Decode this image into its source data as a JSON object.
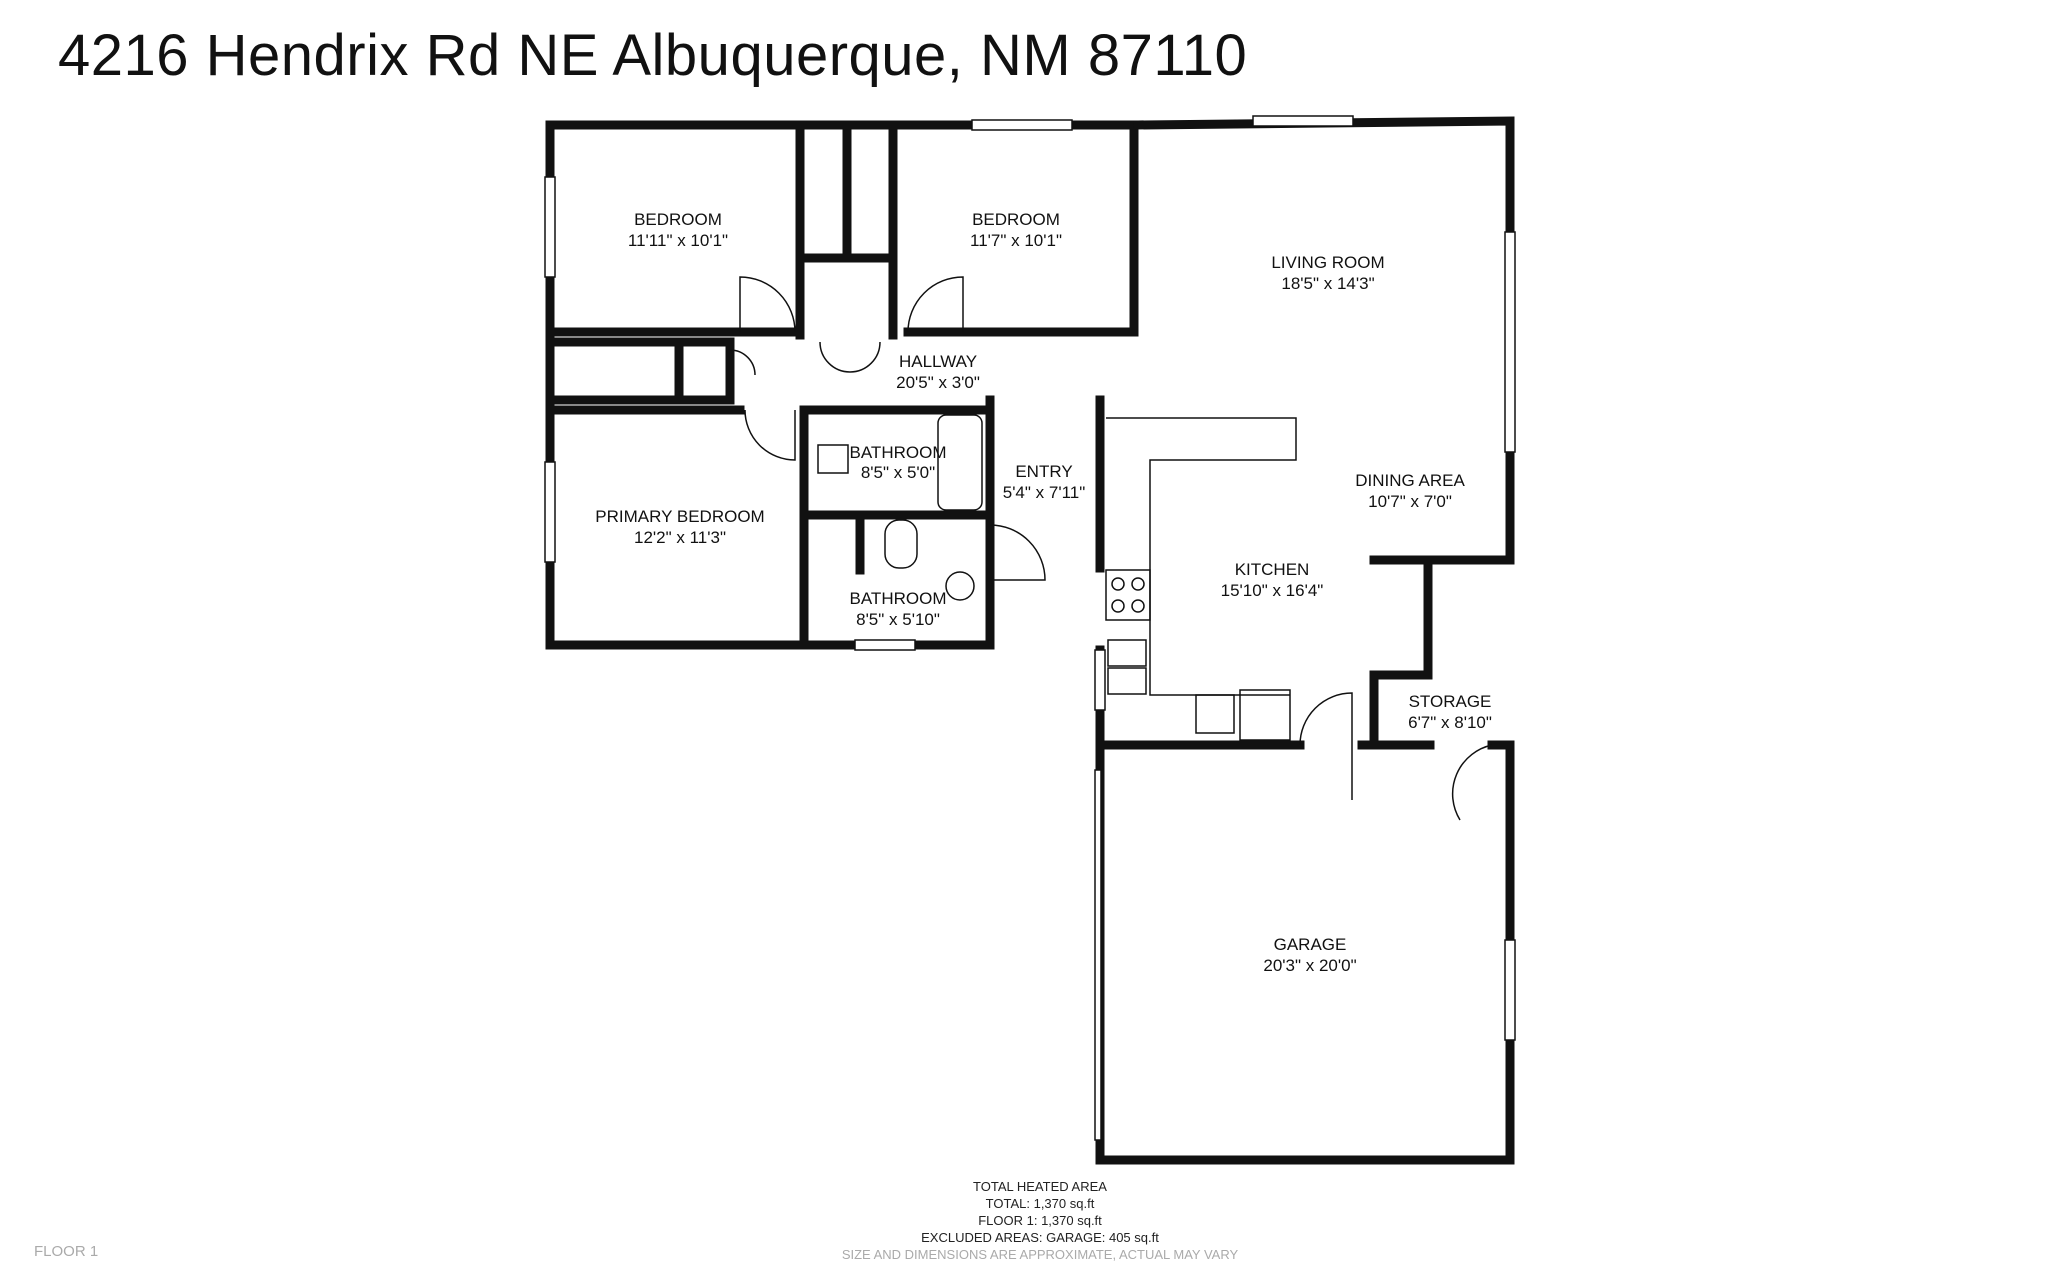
{
  "title": "4216 Hendrix Rd NE Albuquerque, NM 87110",
  "rooms": [
    {
      "name": "BEDROOM",
      "dims": "11'11\" x 10'1\""
    },
    {
      "name": "BEDROOM",
      "dims": "11'7\" x 10'1\""
    },
    {
      "name": "LIVING ROOM",
      "dims": "18'5\" x 14'3\""
    },
    {
      "name": "HALLWAY",
      "dims": "20'5\" x 3'0\""
    },
    {
      "name": "BATHROOM",
      "dims": "8'5\" x 5'0\""
    },
    {
      "name": "ENTRY",
      "dims": "5'4\" x 7'11\""
    },
    {
      "name": "PRIMARY BEDROOM",
      "dims": "12'2\" x 11'3\""
    },
    {
      "name": "DINING AREA",
      "dims": "10'7\" x 7'0\""
    },
    {
      "name": "KITCHEN",
      "dims": "15'10\" x 16'4\""
    },
    {
      "name": "BATHROOM",
      "dims": "8'5\" x 5'10\""
    },
    {
      "name": "STORAGE",
      "dims": "6'7\" x 8'10\""
    },
    {
      "name": "GARAGE",
      "dims": "20'3\" x 20'0\""
    }
  ],
  "summary": {
    "heading": "TOTAL HEATED AREA",
    "total": "TOTAL: 1,370 sq.ft",
    "floor1": "FLOOR 1: 1,370 sq.ft",
    "excluded": "EXCLUDED AREAS: GARAGE: 405 sq.ft",
    "disclaimer": "SIZE AND DIMENSIONS ARE APPROXIMATE, ACTUAL MAY VARY"
  },
  "floor_label": "FLOOR 1",
  "colors": {
    "wall": "#111111",
    "background": "#ffffff",
    "muted": "#aaaaaa"
  }
}
